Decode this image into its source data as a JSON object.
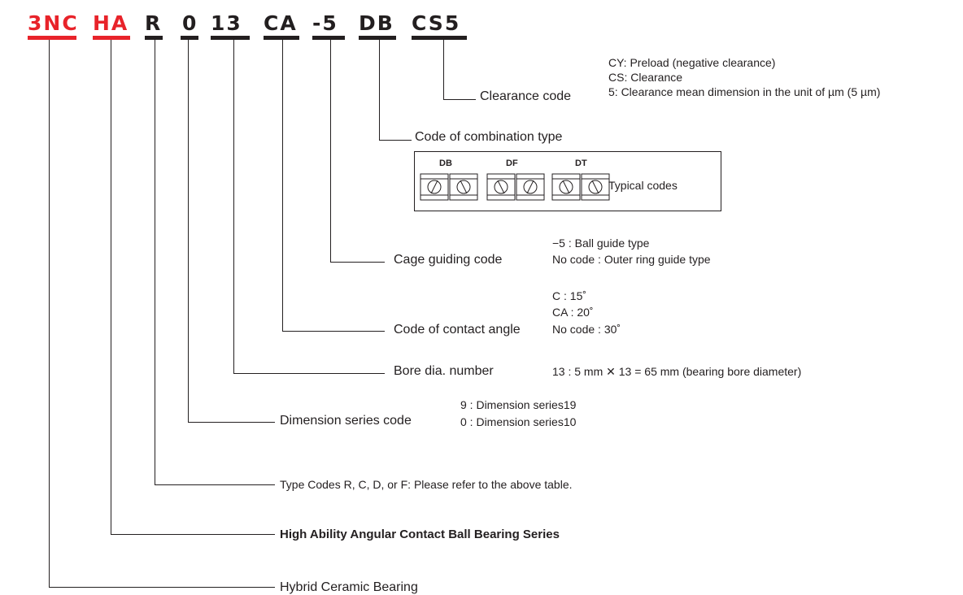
{
  "designation": {
    "parts": [
      {
        "text": "3NC",
        "color": "#e8232a"
      },
      {
        "text": "HA",
        "color": "#e8232a"
      },
      {
        "text": "R",
        "color": "#231f20"
      },
      {
        "text": "0",
        "color": "#231f20"
      },
      {
        "text": "13",
        "color": "#231f20"
      },
      {
        "text": "CA",
        "color": "#231f20"
      },
      {
        "text": "-5",
        "color": "#231f20"
      },
      {
        "text": "DB",
        "color": "#231f20"
      },
      {
        "text": "CS5",
        "color": "#231f20"
      }
    ]
  },
  "labels": {
    "clearance": "Clearance code",
    "combination": "Code of combination type",
    "cage": "Cage guiding code",
    "contact_angle": "Code of contact angle",
    "bore": "Bore dia. number",
    "dimension_series": "Dimension series code",
    "type_codes": "Type Codes R, C, D, or F:  Please refer to the above table.",
    "high_ability": "High Ability Angular Contact Ball Bearing Series",
    "hybrid": "Hybrid Ceramic Bearing"
  },
  "notes": {
    "clearance": [
      "CY: Preload (negative clearance)",
      "CS: Clearance",
      "5: Clearance mean dimension in the unit of µm (5 µm)"
    ],
    "cage": [
      "−5 : Ball guide type",
      "No code : Outer ring guide type"
    ],
    "contact_angle": [
      "C : 15˚",
      "CA : 20˚",
      "No code : 30˚"
    ],
    "bore": "13 : 5 mm ✕ 13 = 65 mm (bearing bore diameter)",
    "dimension_series": [
      "9 : Dimension series19",
      "0 : Dimension series10"
    ]
  },
  "combination_box": {
    "types": [
      "DB",
      "DF",
      "DT"
    ],
    "typical": "Typical codes"
  },
  "colors": {
    "accent_red": "#e8232a",
    "ink": "#231f20"
  }
}
